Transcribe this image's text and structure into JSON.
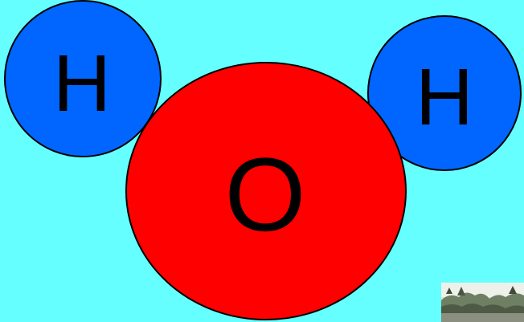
{
  "molecule": {
    "atoms": [
      {
        "id": "hydrogen-left",
        "label": "H",
        "color": "#0066ff"
      },
      {
        "id": "hydrogen-right",
        "label": "H",
        "color": "#0066ff"
      },
      {
        "id": "oxygen",
        "label": "O",
        "color": "#ff0000"
      }
    ]
  },
  "background": {
    "color": "#66ffff"
  },
  "thumbnail": {
    "icon": "landscape-photo-thumbnail"
  }
}
